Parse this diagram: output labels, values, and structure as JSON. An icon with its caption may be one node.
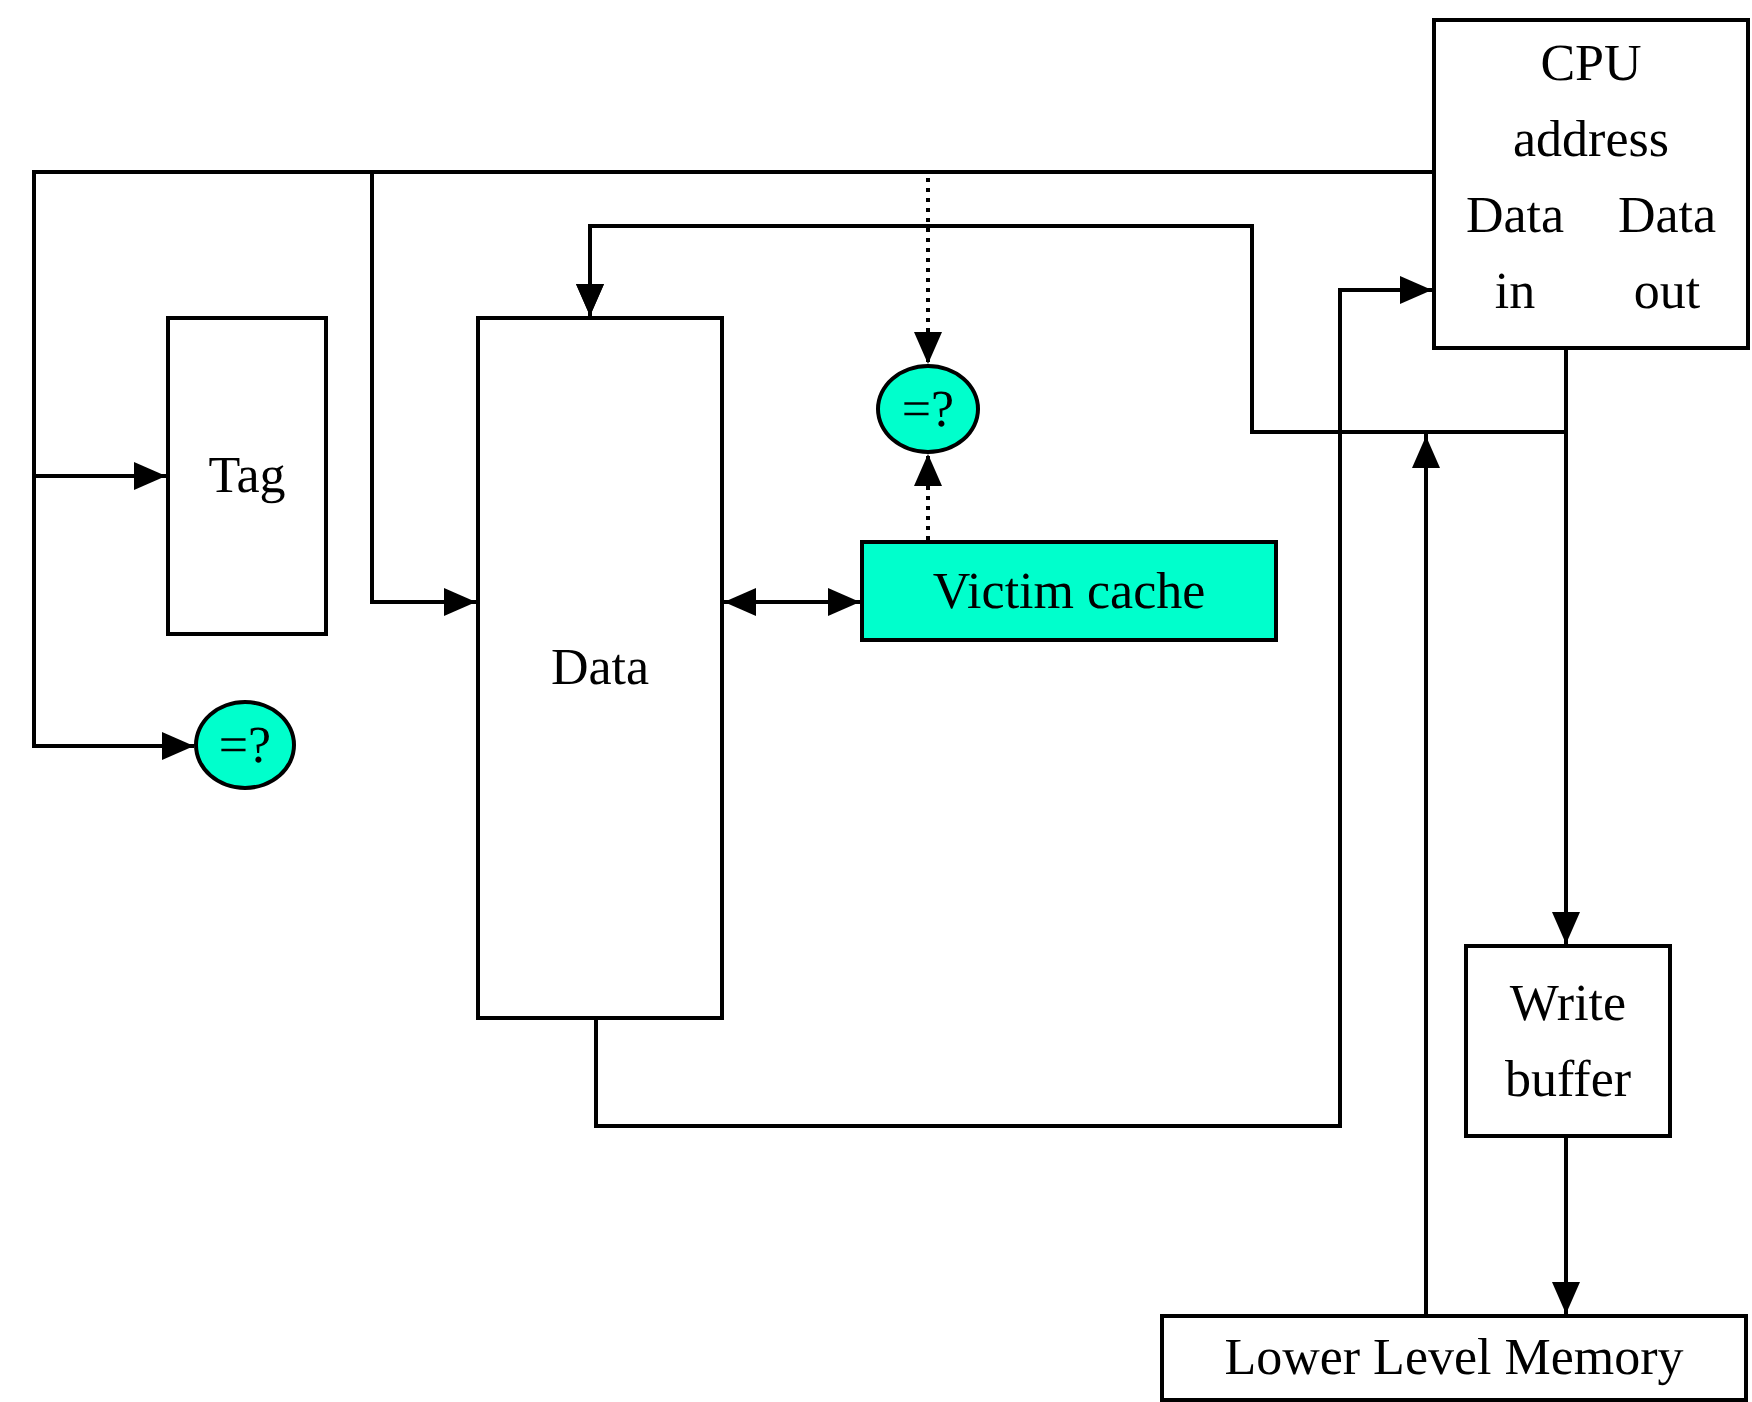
{
  "diagram": {
    "nodes": [
      {
        "text": [
          "CPU address",
          "Data in",
          "Data out"
        ]
      },
      {
        "text": [
          "Tag"
        ]
      },
      {
        "text": [
          "Data"
        ]
      },
      {
        "text": [
          "=?"
        ]
      },
      {
        "text": [
          "Victim cache"
        ]
      },
      {
        "text": [
          "=?"
        ]
      },
      {
        "text": [
          "Write buffer"
        ]
      },
      {
        "text": [
          "Lower Level Memory"
        ]
      }
    ],
    "edges": [
      {
        "from": 0,
        "to": 1,
        "arrow": "to"
      },
      {
        "from": 0,
        "to": 5,
        "arrow": "to"
      },
      {
        "from": 0,
        "to": 2,
        "arrow": "to"
      },
      {
        "from": 0,
        "to": 3,
        "arrow": "to",
        "style": "dashed"
      },
      {
        "from": 0,
        "to": 2,
        "arrow": "to"
      },
      {
        "from": 0,
        "to": 6,
        "arrow": "to"
      },
      {
        "from": 2,
        "to": 0,
        "arrow": "to"
      },
      {
        "from": 2,
        "to": 4,
        "arrow": "both"
      },
      {
        "from": 4,
        "to": 3,
        "arrow": "to",
        "style": "dashed"
      },
      {
        "from": 6,
        "to": 7,
        "arrow": "to"
      },
      {
        "from": 7,
        "to": 2,
        "arrow": "to"
      }
    ]
  }
}
